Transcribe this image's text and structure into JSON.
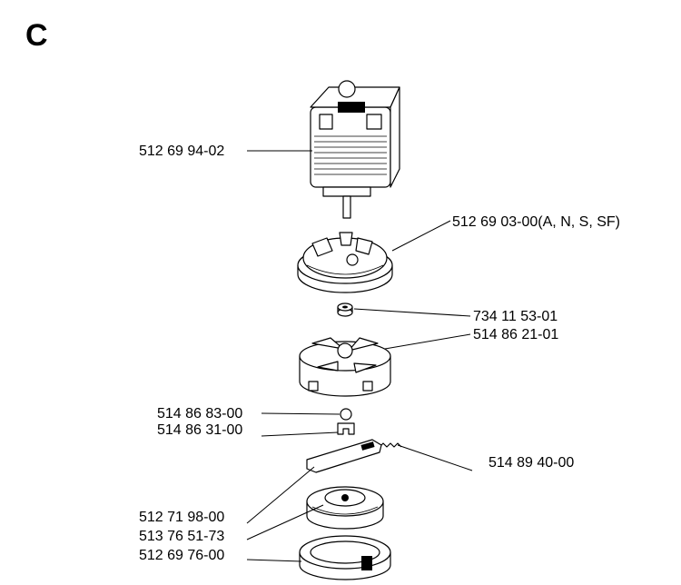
{
  "section": "C",
  "parts": [
    {
      "id": "motor",
      "number": "512 69 94-02"
    },
    {
      "id": "cover",
      "number": "512 69 03-00(A, N, S, SF)"
    },
    {
      "id": "nut",
      "number": "734 11 53-01"
    },
    {
      "id": "fan",
      "number": "514 86 21-01"
    },
    {
      "id": "ball",
      "number": "514 86 83-00"
    },
    {
      "id": "clip",
      "number": "514 86 31-00"
    },
    {
      "id": "spring",
      "number": "514 89 40-00"
    },
    {
      "id": "lever",
      "number": "512 71 98-00"
    },
    {
      "id": "spool",
      "number": "513 76 51-73"
    },
    {
      "id": "base",
      "number": "512 69 76-00"
    }
  ]
}
